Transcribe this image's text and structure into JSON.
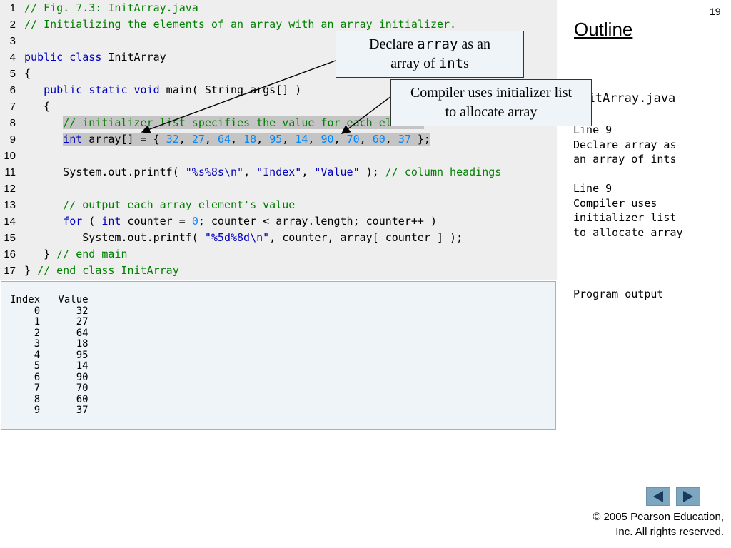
{
  "slide": {
    "page_number": "19",
    "outline_title": "Outline",
    "side_filename": "InitArray.java",
    "side_notes": [
      [
        "Line 9",
        "Declare array as",
        "an array of ints"
      ],
      [
        "Line 9",
        "Compiler uses",
        "initializer list",
        "to allocate array"
      ]
    ],
    "program_output_label": "Program output",
    "copyright_line1": "© 2005 Pearson Education,",
    "copyright_line2": "Inc.  All rights reserved."
  },
  "callouts": {
    "declare": {
      "prefix": "Declare ",
      "code1": "array",
      "mid": " as an",
      "line2_prefix": "array of ",
      "code2": "int",
      "suffix": "s"
    },
    "compiler": {
      "line1": "Compiler uses initializer list",
      "line2": "to allocate array"
    }
  },
  "code": [
    {
      "n": "1",
      "t": "// Fig. 7.3: InitArray.java"
    },
    {
      "n": "2",
      "t": "// Initializing the elements of an array with an array initializer."
    },
    {
      "n": "3",
      "t": ""
    },
    {
      "n": "4",
      "t": "public class InitArray"
    },
    {
      "n": "5",
      "t": "{"
    },
    {
      "n": "6",
      "t": "   public static void main( String args[] )"
    },
    {
      "n": "7",
      "t": "   {"
    },
    {
      "n": "8",
      "t": "      // initializer list specifies the value for each element"
    },
    {
      "n": "9",
      "t": "      int array[] = { 32, 27, 64, 18, 95, 14, 90, 70, 60, 37 };"
    },
    {
      "n": "10",
      "t": ""
    },
    {
      "n": "11",
      "t": "      System.out.printf( \"%s%8s\\n\", \"Index\", \"Value\" ); // column headings"
    },
    {
      "n": "12",
      "t": ""
    },
    {
      "n": "13",
      "t": "      // output each array element's value"
    },
    {
      "n": "14",
      "t": "      for ( int counter = 0; counter < array.length; counter++ )"
    },
    {
      "n": "15",
      "t": "         System.out.printf( \"%5d%8d\\n\", counter, array[ counter ] );"
    },
    {
      "n": "16",
      "t": "   } // end main"
    },
    {
      "n": "17",
      "t": "} // end class InitArray"
    }
  ],
  "output": {
    "header": [
      "Index",
      "Value"
    ],
    "rows": [
      [
        "0",
        "32"
      ],
      [
        "1",
        "27"
      ],
      [
        "2",
        "64"
      ],
      [
        "3",
        "18"
      ],
      [
        "4",
        "95"
      ],
      [
        "5",
        "14"
      ],
      [
        "6",
        "90"
      ],
      [
        "7",
        "70"
      ],
      [
        "8",
        "60"
      ],
      [
        "9",
        "37"
      ]
    ]
  },
  "nav": {
    "prev_icon": "triangle-left-icon",
    "next_icon": "triangle-right-icon"
  },
  "colors": {
    "keyword": "#0000c0",
    "comment": "#008000",
    "number": "#0088ff",
    "string": "#0000c0",
    "nav_button": "#7da7c0",
    "callout_bg": "#eef4f8"
  }
}
